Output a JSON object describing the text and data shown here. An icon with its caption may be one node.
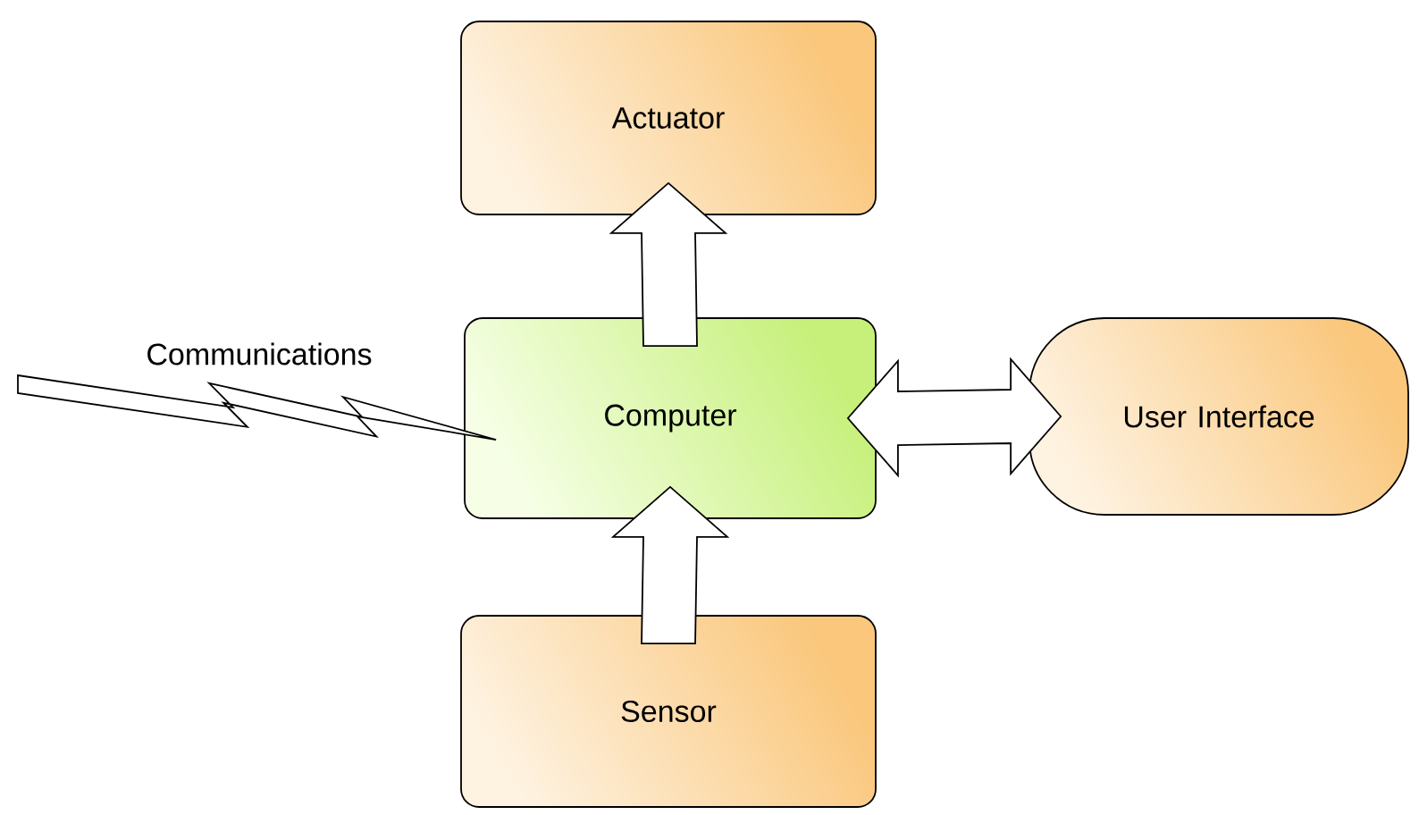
{
  "diagram": {
    "nodes": [
      {
        "text": [
          "Actuator"
        ]
      },
      {
        "text": [
          "Computer"
        ]
      },
      {
        "text": [
          "User Interface"
        ]
      },
      {
        "text": [
          "Sensor"
        ]
      }
    ],
    "edges": [
      {
        "from": 1,
        "to": 0,
        "arrow": "to"
      },
      {
        "from": 3,
        "to": 1,
        "arrow": "to"
      },
      {
        "from": 1,
        "to": 2,
        "arrow": "both"
      },
      {
        "from": null,
        "to": 1,
        "arrow": "to",
        "label": "Communications"
      }
    ]
  }
}
